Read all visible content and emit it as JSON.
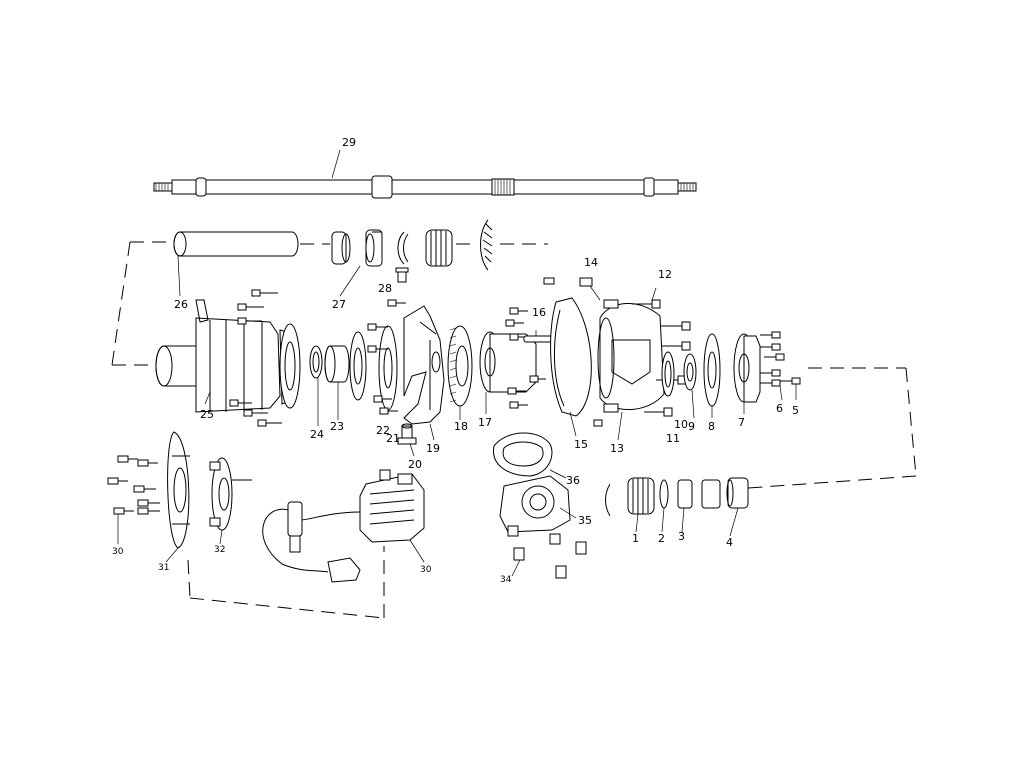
{
  "labels": {
    "l1": "1",
    "l2": "2",
    "l3": "3",
    "l4": "4",
    "l5": "5",
    "l6": "6",
    "l7": "7",
    "l8": "8",
    "l9": "9",
    "l10": "10",
    "l11": "11",
    "l12": "12",
    "l13": "13",
    "l14": "14",
    "l15": "15",
    "l16": "16",
    "l17": "17",
    "l18": "18",
    "l19": "19",
    "l20": "20",
    "l21": "21",
    "l22": "22",
    "l23": "23",
    "l24": "24",
    "l25": "25",
    "l26": "26",
    "l27": "27",
    "l28": "28",
    "l29": "29",
    "l30a": "30",
    "l30b": "30",
    "l31": "31",
    "l32": "32",
    "l34": "34",
    "l35": "35",
    "l36": "36"
  }
}
